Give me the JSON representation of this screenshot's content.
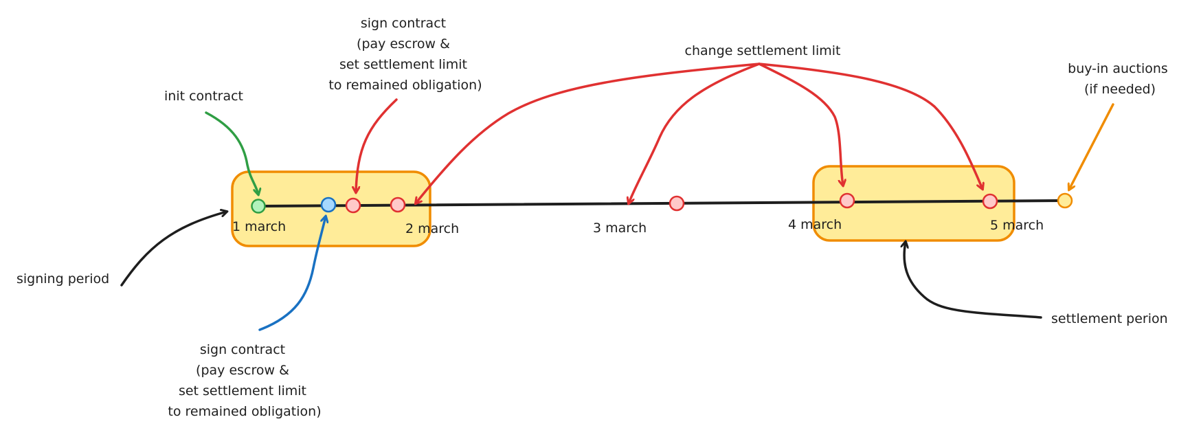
{
  "colors": {
    "timeline": "#1e1e1e",
    "period_fill": "#ffec99",
    "period_stroke": "#f08c00",
    "init": "#2f9e44",
    "init_fill": "#b2f2bb",
    "sign": "#1971c2",
    "sign_fill": "#a5d8ff",
    "change": "#e03131",
    "change_fill": "#ffc9c9",
    "auction": "#f08c00",
    "auction_fill": "#ffec99",
    "bracket": "#1e1e1e"
  },
  "dates": [
    "1 march",
    "2 march",
    "3 march",
    "4 march",
    "5 march"
  ],
  "labels": {
    "init_contract": "init contract",
    "sign_contract_top": [
      "sign contract",
      "(pay escrow &",
      "set settlement limit",
      "to remained obligation)"
    ],
    "sign_contract_bottom": [
      "sign contract",
      "(pay escrow &",
      "set settlement limit",
      "to remained obligation)"
    ],
    "change_settlement_limit": "change settlement limit",
    "buy_in_auctions": [
      "buy-in auctions",
      "(if needed)"
    ],
    "signing_period": "signing period",
    "settlement_period": "settlement perion"
  }
}
